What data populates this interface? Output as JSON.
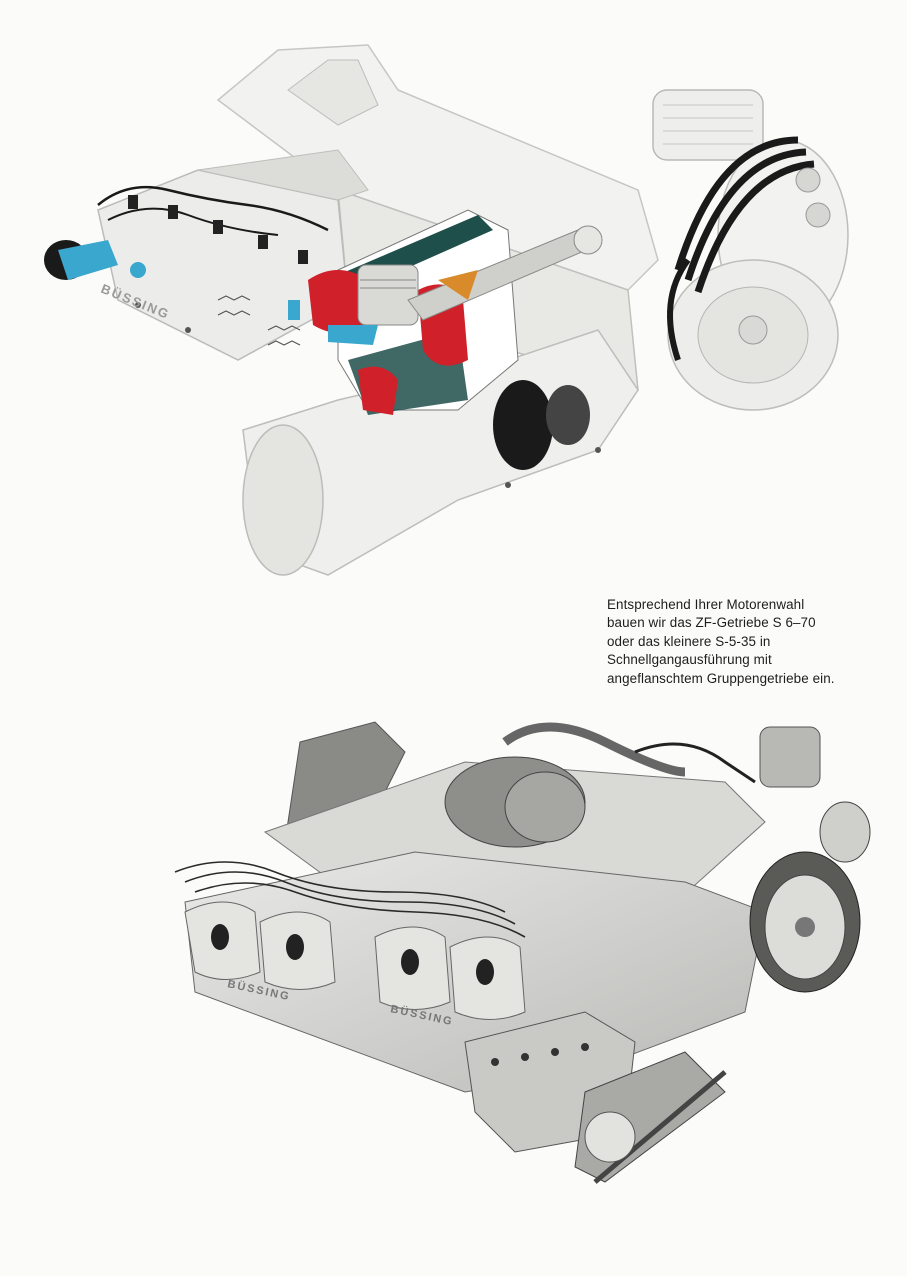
{
  "caption": {
    "lines": [
      "Entsprechend Ihrer Motorenwahl",
      "bauen wir das ZF-Getriebe S 6–70",
      "oder das kleinere S-5-35 in",
      "Schnellgangausführung mit",
      "angeflanschtem Gruppengetriebe ein."
    ]
  },
  "figures": {
    "cutaway": {
      "brand_lettering": "BÜSSING"
    },
    "photo": {
      "brand_lettering": "BÜSSING"
    }
  },
  "colors": {
    "page": "#fbfbf9",
    "cutaway_red": "#d0202a",
    "cutaway_blue": "#3aa7cf",
    "cutaway_teal": "#1f4f4a",
    "cutaway_orange": "#d98a2a",
    "engine_white": "#eeeeec",
    "shadow_grey": "#b9b9b6"
  }
}
